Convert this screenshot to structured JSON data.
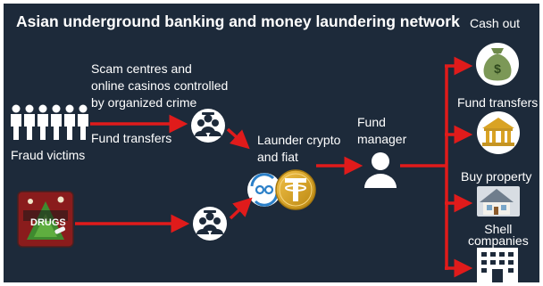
{
  "title": "Asian underground banking and money laundering network",
  "labels": {
    "scam_line1": "Scam centres and",
    "scam_line2": "online casinos controlled",
    "scam_line3": "by organized crime",
    "fund_transfers_left": "Fund transfers",
    "fraud_victims": "Fraud victims",
    "launder_line1": "Launder crypto",
    "launder_line2": "and fiat",
    "manager_line1": "Fund",
    "manager_line2": "manager",
    "cash_out": "Cash out",
    "fund_transfers_right": "Fund transfers",
    "buy_property": "Buy property",
    "shell_line1": "Shell",
    "shell_line2": "companies",
    "drugs": "DRUGS"
  },
  "colors": {
    "background": "#1d2a3a",
    "arrow": "#e01b1b",
    "text": "#ffffff",
    "tether": "#d9a324"
  }
}
